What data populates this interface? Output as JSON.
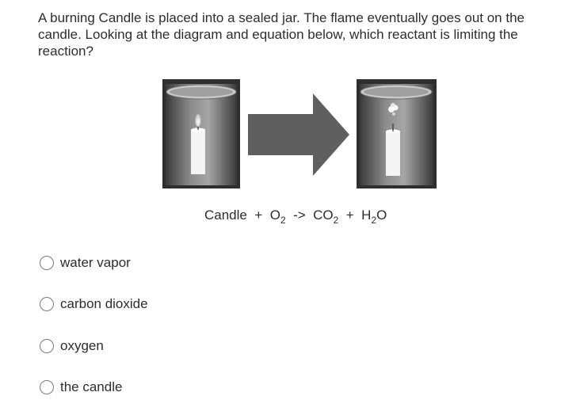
{
  "question": {
    "text": "A burning Candle is placed into a sealed jar. The flame eventually goes out on the candle. Looking at the diagram and equation below, which reactant is limiting the reaction?"
  },
  "diagram": {
    "left_state": "burning-candle-in-jar",
    "arrow": "right-arrow",
    "right_state": "extinguished-candle-in-jar"
  },
  "equation": {
    "reactant1": "Candle",
    "plus1": "+",
    "reactant2": "O",
    "reactant2_sub": "2",
    "arrow": "->",
    "product1": "CO",
    "product1_sub": "2",
    "plus2": "+",
    "product2_a": "H",
    "product2_sub": "2",
    "product2_b": "O"
  },
  "options": [
    {
      "label": "water vapor",
      "selected": false
    },
    {
      "label": "carbon dioxide",
      "selected": false
    },
    {
      "label": "oxygen",
      "selected": false
    },
    {
      "label": "the candle",
      "selected": false
    }
  ],
  "colors": {
    "text": "#2d2d2d",
    "radio_border": "#7b7b7b",
    "arrow": "#5f5f5f"
  }
}
